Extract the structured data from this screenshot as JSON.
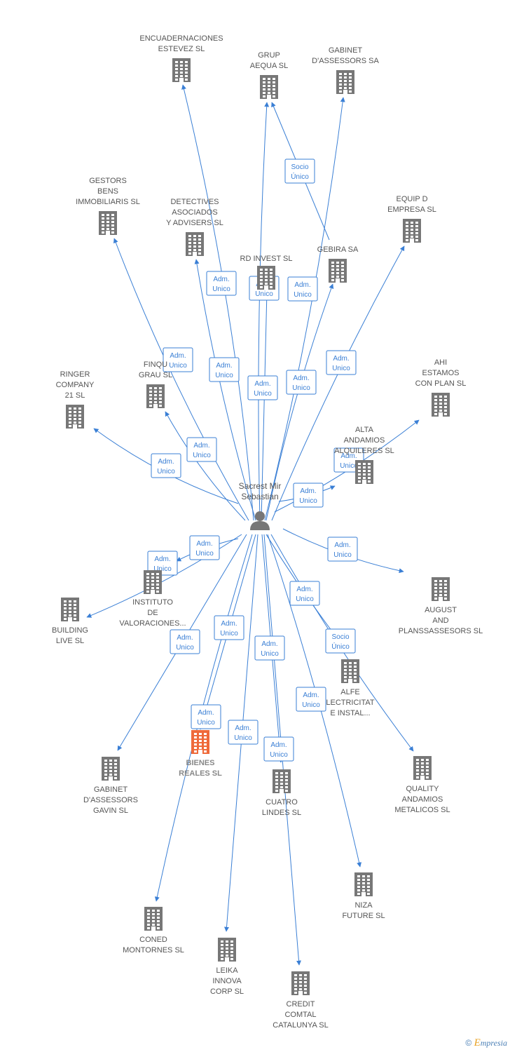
{
  "colors": {
    "edge": "#3a7fd5",
    "building": "#777777",
    "building_highlight": "#ef6a3a",
    "person": "#777777"
  },
  "person": {
    "name_lines": [
      "Sacrest Mir",
      "Sebastian"
    ],
    "icon": "person-icon"
  },
  "companies": [
    {
      "id": "encuadernaciones",
      "lines": [
        "ENCUADERNACIONES",
        "ESTEVEZ SL"
      ]
    },
    {
      "id": "grup-aequa",
      "lines": [
        "GRUP",
        "AEQUA SL"
      ]
    },
    {
      "id": "gabinet-assessors-sa",
      "lines": [
        "GABINET",
        "D'ASSESSORS SA"
      ]
    },
    {
      "id": "gestors-bens",
      "lines": [
        "GESTORS",
        "BENS",
        "IMMOBILIARIS SL"
      ]
    },
    {
      "id": "detectives",
      "lines": [
        "DETECTIVES",
        "ASOCIADOS",
        "Y ADVISERS SL"
      ]
    },
    {
      "id": "equip-d",
      "lines": [
        "EQUIP D",
        "EMPRESA SL"
      ]
    },
    {
      "id": "rd-invest",
      "lines": [
        "RD INVEST SL"
      ]
    },
    {
      "id": "gebira",
      "lines": [
        "GEBIRA SA"
      ]
    },
    {
      "id": "finqu-grau",
      "lines": [
        "FINQU",
        "GRAU SL"
      ]
    },
    {
      "id": "ringer",
      "lines": [
        "RINGER",
        "COMPANY",
        "21 SL"
      ]
    },
    {
      "id": "ahi-estamos",
      "lines": [
        "AHI",
        "ESTAMOS",
        "CON PLAN SL"
      ]
    },
    {
      "id": "alta-andamios",
      "lines": [
        "ALTA",
        "ANDAMIOS",
        "ALQUILERES SL"
      ]
    },
    {
      "id": "instituto",
      "lines": [
        "INSTITUTO",
        "DE",
        "VALORACIONES..."
      ]
    },
    {
      "id": "building-live",
      "lines": [
        "BUILDING",
        "LIVE  SL"
      ]
    },
    {
      "id": "august",
      "lines": [
        "AUGUST",
        "AND",
        "PLANSSASSESORS SL"
      ]
    },
    {
      "id": "alfe",
      "lines": [
        "ALFE",
        "LECTRICITAT",
        "E INSTAL..."
      ]
    },
    {
      "id": "bienes-reales",
      "lines": [
        "BIENES",
        "REALES SL"
      ],
      "highlight": true
    },
    {
      "id": "gabinet-gavin",
      "lines": [
        "GABINET",
        "D'ASSESSORS",
        "GAVIN SL"
      ]
    },
    {
      "id": "cuatro-lindes",
      "lines": [
        "CUATRO",
        "LINDES SL"
      ]
    },
    {
      "id": "quality",
      "lines": [
        "QUALITY",
        "ANDAMIOS",
        "METALICOS SL"
      ]
    },
    {
      "id": "niza",
      "lines": [
        "NIZA",
        "FUTURE SL"
      ]
    },
    {
      "id": "coned",
      "lines": [
        "CONED",
        "MONTORNES SL"
      ]
    },
    {
      "id": "leika",
      "lines": [
        "LEIKA",
        "INNOVA",
        "CORP  SL"
      ]
    },
    {
      "id": "credit-comtal",
      "lines": [
        "CREDIT",
        "COMTAL",
        "CATALUNYA SL"
      ]
    }
  ],
  "relations": [
    {
      "target": "encuadernaciones",
      "lines": [
        "Adm.",
        "Unico"
      ]
    },
    {
      "target": "grup-aequa",
      "lines": [
        "Adm.",
        "Unico"
      ]
    },
    {
      "target": "gabinet-assessors-sa",
      "lines": [
        "Adm.",
        "Unico"
      ]
    },
    {
      "target": "gestors-bens",
      "lines": [
        "Adm.",
        "Unico"
      ]
    },
    {
      "target": "detectives",
      "lines": [
        "Adm.",
        "Unico"
      ]
    },
    {
      "target": "equip-d",
      "lines": [
        "Adm.",
        "Unico"
      ]
    },
    {
      "target": "rd-invest",
      "lines": [
        "Adm.",
        "Unico"
      ]
    },
    {
      "target": "gebira",
      "lines": [
        "Adm.",
        "Unico"
      ]
    },
    {
      "target": "finqu-grau",
      "lines": [
        "Adm.",
        "Unico"
      ]
    },
    {
      "target": "ringer",
      "lines": [
        "Adm.",
        "Unico"
      ]
    },
    {
      "target": "ahi-estamos",
      "lines": [
        "Adm.",
        "Unico"
      ]
    },
    {
      "target": "alta-andamios",
      "lines": [
        "Adm.",
        "Unico"
      ]
    },
    {
      "target": "instituto",
      "lines": [
        "Adm.",
        "Unico"
      ]
    },
    {
      "target": "building-live",
      "lines": [
        "Adm.",
        "Unico"
      ]
    },
    {
      "target": "august",
      "lines": [
        "Adm.",
        "Unico"
      ]
    },
    {
      "target": "alfe",
      "lines": [
        "Adm.",
        "Unico"
      ]
    },
    {
      "target": "quality",
      "lines": [
        "Socio",
        "Único"
      ]
    },
    {
      "target": "bienes-reales",
      "lines": [
        "Adm.",
        "Unico"
      ]
    },
    {
      "target": "gabinet-gavin",
      "lines": [
        "Adm.",
        "Unico"
      ]
    },
    {
      "target": "cuatro-lindes",
      "lines": [
        "Adm.",
        "Unico"
      ]
    },
    {
      "target": "niza",
      "lines": [
        "Adm.",
        "Unico"
      ]
    },
    {
      "target": "coned",
      "lines": [
        "Adm.",
        "Unico"
      ]
    },
    {
      "target": "leika",
      "lines": [
        "Adm.",
        "Unico"
      ]
    },
    {
      "target": "credit-comtal",
      "lines": [
        "Adm.",
        "Unico"
      ]
    },
    {
      "source": "gebira",
      "target": "grup-aequa",
      "lines": [
        "Socio",
        "Único"
      ]
    }
  ],
  "footer": {
    "copyright": "©",
    "brand_initial": "E",
    "brand_rest": "mpresia"
  }
}
